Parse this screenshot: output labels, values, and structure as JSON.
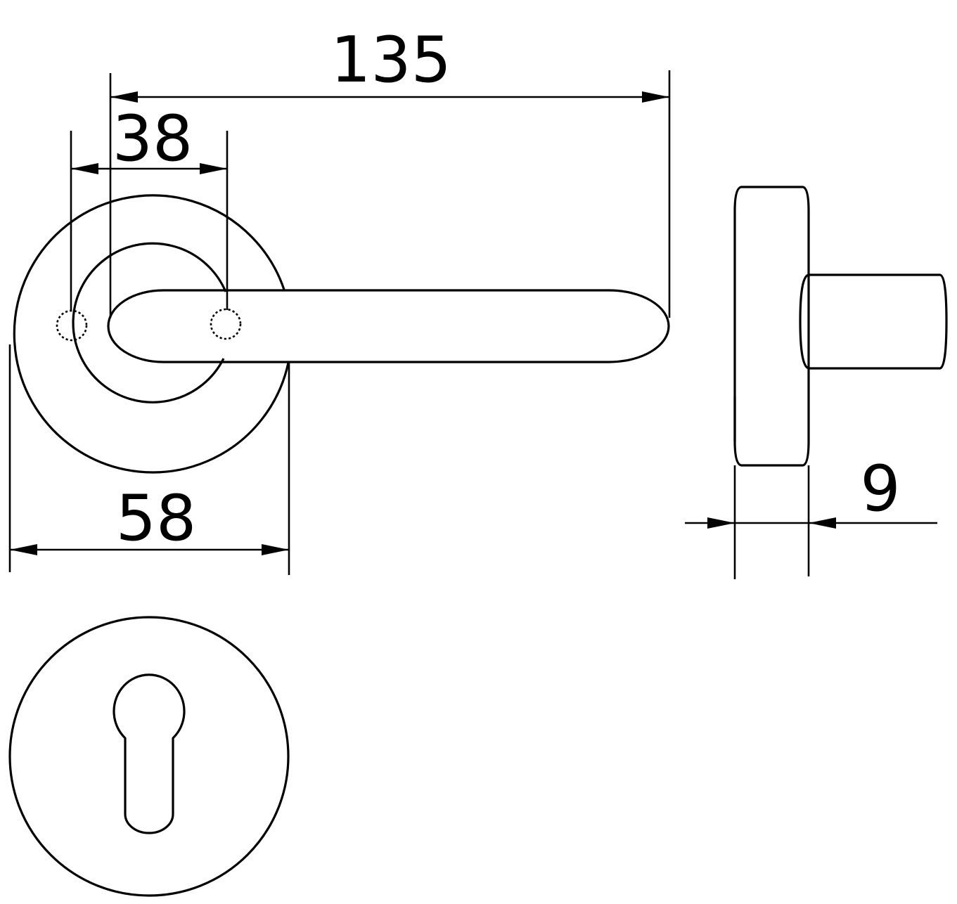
{
  "dimensions": {
    "length": "135",
    "spindle_offset": "38",
    "rose_diameter": "58",
    "rose_thickness": "9"
  },
  "colors": {
    "line": "#000000",
    "background": "#ffffff"
  }
}
